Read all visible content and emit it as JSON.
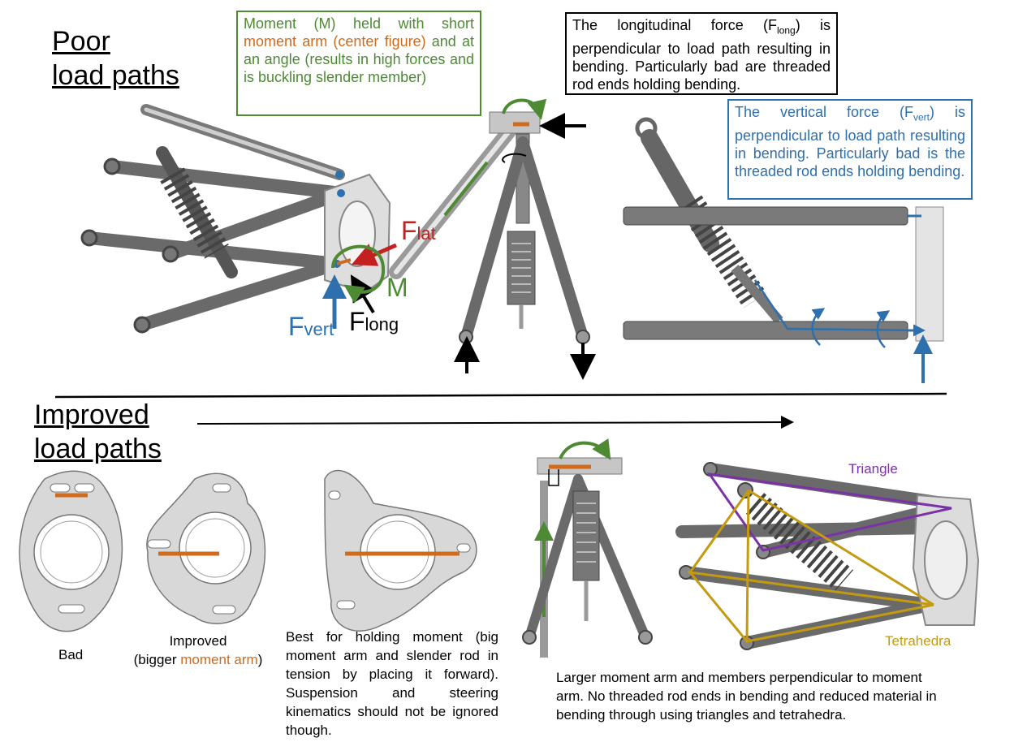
{
  "colors": {
    "green": "#4e8a34",
    "orange": "#d06a1c",
    "blue": "#2e6fae",
    "red": "#c42020",
    "purple": "#7a33a6",
    "gold": "#c49a10",
    "metal": "#8a8a8a",
    "plate": "#d8d8d8"
  },
  "poor": {
    "heading_line1": "Poor",
    "heading_line2": "load paths",
    "note_moment": {
      "part1": "Moment (M) held with short ",
      "part2": "moment arm (center figure)",
      "part3": " and at an angle (results in high forces and is buckling slender member)"
    },
    "note_longitudinal": {
      "part1": "The longitudinal force (F",
      "sub": "long",
      "part2": ") is perpendicular to load path resulting in bending. Particularly bad are threaded rod ends holding bending."
    },
    "note_vertical": {
      "part1": "The vertical force (F",
      "sub": "vert",
      "part2": ") is perpendicular to load path resulting in bending. Particularly bad is the threaded rod ends holding bending."
    },
    "force_lat": {
      "main": "F",
      "sub": "lat"
    },
    "force_vert": {
      "main": "F",
      "sub": "vert"
    },
    "force_long": {
      "main": "F",
      "sub": "long"
    },
    "moment_label": "M"
  },
  "improved": {
    "heading_line1": "Improved",
    "heading_line2": "load paths",
    "cap_bad": "Bad",
    "cap_improved": {
      "line1": "Improved",
      "prefix": "(bigger ",
      "highlight": "moment arm",
      "suffix": ")"
    },
    "cap_best": "Best for holding moment (big moment arm and slender rod in tension by placing it forward). Suspension and steering kinematics should not be ignored though.",
    "cap_larger": "Larger moment arm and members perpendicular to moment arm. No threaded rod ends in bending and reduced material in bending through using triangles and tetrahedra.",
    "label_triangle": "Triangle",
    "label_tetrahedra": "Tetrahedra"
  }
}
